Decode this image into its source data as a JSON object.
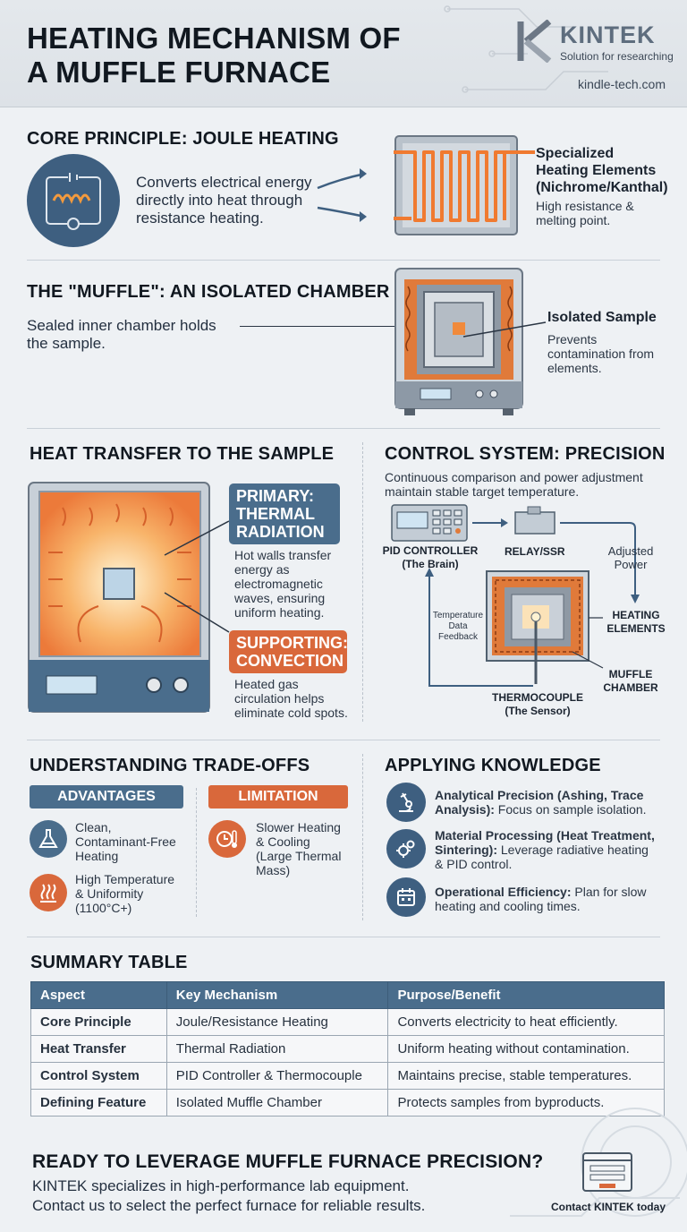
{
  "header": {
    "title_line1": "HEATING MECHANISM OF",
    "title_line2": "A MUFFLE FURNACE",
    "brand": "KINTEK",
    "tagline": "Solution for researching",
    "url": "kindle-tech.com"
  },
  "core": {
    "heading": "CORE PRINCIPLE: JOULE HEATING",
    "text_lines": [
      "Converts electrical energy",
      "directly into heat through",
      "resistance heating."
    ],
    "element_title_lines": [
      "Specialized",
      "Heating Elements",
      "(Nichrome/Kanthal)"
    ],
    "element_desc_lines": [
      "High resistance &",
      "melting point."
    ]
  },
  "muffle": {
    "heading": "THE \"MUFFLE\": AN ISOLATED CHAMBER",
    "text_lines": [
      "Sealed inner chamber holds",
      "the sample."
    ],
    "sample_title": "Isolated Sample",
    "sample_desc_lines": [
      "Prevents",
      "contamination from",
      "elements."
    ]
  },
  "transfer": {
    "heading": "HEAT TRANSFER TO THE SAMPLE",
    "primary_lines": [
      "PRIMARY:",
      "THERMAL",
      "RADIATION"
    ],
    "primary_desc_lines": [
      "Hot walls transfer",
      "energy as",
      "electromagnetic",
      "waves, ensuring",
      "uniform heating."
    ],
    "support_lines": [
      "SUPPORTING:",
      "CONVECTION"
    ],
    "support_desc_lines": [
      "Heated gas",
      "circulation helps",
      "eliminate cold spots."
    ]
  },
  "control": {
    "heading": "CONTROL SYSTEM: PRECISION",
    "intro_lines": [
      "Continuous comparison and power adjustment",
      "maintain stable target temperature."
    ],
    "pid_lines": [
      "PID CONTROLLER",
      "(The Brain)"
    ],
    "relay": "RELAY/SSR",
    "adjusted_lines": [
      "Adjusted",
      "Power"
    ],
    "feedback_lines": [
      "Temperature",
      "Data",
      "Feedback"
    ],
    "heating_lines": [
      "HEATING",
      "ELEMENTS"
    ],
    "muffle_lines": [
      "MUFFLE",
      "CHAMBER"
    ],
    "thermo_lines": [
      "THERMOCOUPLE",
      "(The Sensor)"
    ]
  },
  "tradeoffs": {
    "heading": "UNDERSTANDING TRADE-OFFS",
    "advantages_label": "ADVANTAGES",
    "limitation_label": "LIMITATION",
    "adv1_lines": [
      "Clean,",
      "Contaminant-Free",
      "Heating"
    ],
    "adv2_lines": [
      "High Temperature",
      "& Uniformity",
      "(1100°C+)"
    ],
    "lim1_lines": [
      "Slower Heating",
      "& Cooling",
      "(Large Thermal",
      "Mass)"
    ]
  },
  "applying": {
    "heading": "APPLYING KNOWLEDGE",
    "items": [
      {
        "bold": "Analytical Precision (Ashing, Trace",
        "bold2": "Analysis):",
        "rest": " Focus on sample isolation."
      },
      {
        "bold": "Material Processing (Heat Treatment,",
        "bold2": "Sintering):",
        "rest": " Leverage radiative heating",
        "line3": "& PID control."
      },
      {
        "bold": "Operational Efficiency:",
        "rest": " Plan for slow",
        "line2": "heating and cooling times."
      }
    ]
  },
  "summary": {
    "heading": "SUMMARY TABLE",
    "columns": [
      "Aspect",
      "Key Mechanism",
      "Purpose/Benefit"
    ],
    "rows": [
      [
        "Core Principle",
        "Joule/Resistance Heating",
        "Converts electricity to heat efficiently."
      ],
      [
        "Heat Transfer",
        "Thermal Radiation",
        "Uniform heating without contamination."
      ],
      [
        "Control System",
        "PID Controller & Thermocouple",
        "Maintains precise, stable temperatures."
      ],
      [
        "Defining Feature",
        "Isolated Muffle Chamber",
        "Protects samples from byproducts."
      ]
    ]
  },
  "cta": {
    "heading": "READY TO LEVERAGE MUFFLE FURNACE PRECISION?",
    "line1": "KINTEK specializes in high-performance lab equipment.",
    "line2": "Contact us to select the perfect furnace for reliable results.",
    "contact": "Contact KINTEK today"
  },
  "colors": {
    "accent_blue": "#4a6d8c",
    "accent_orange": "#d9683b",
    "heat_orange": "#f08a3c",
    "ink": "#111820"
  }
}
